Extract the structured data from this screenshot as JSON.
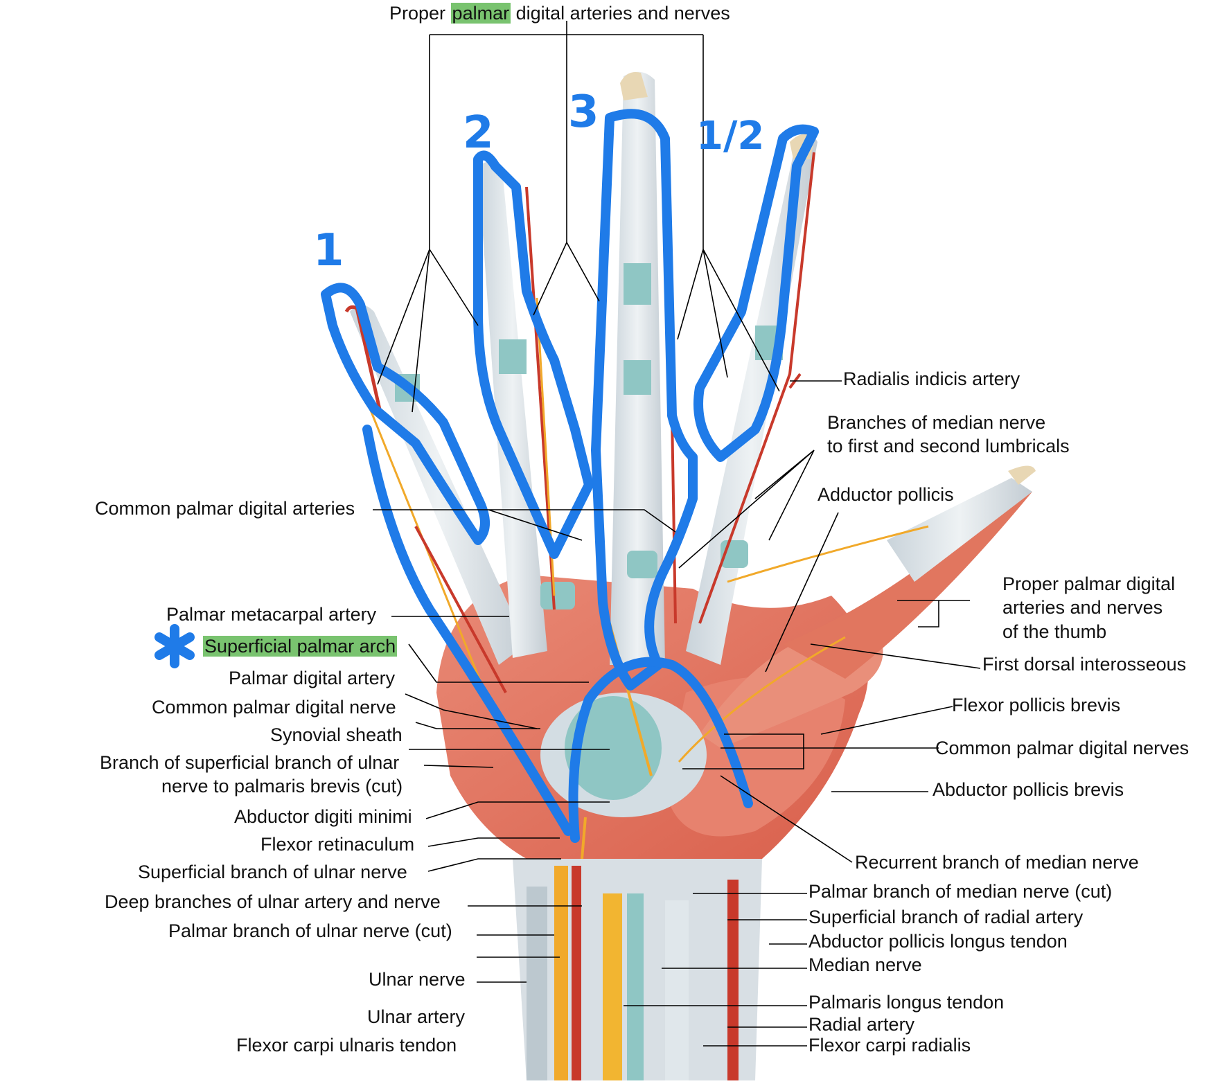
{
  "title": {
    "pre": "Proper ",
    "highlight": "palmar",
    "post": " digital arteries and nerves"
  },
  "handwritten_annotations": [
    "1",
    "2",
    "3",
    "1/2"
  ],
  "highlight_color": "#79c36f",
  "annotation_color": "#1f7be8",
  "left_labels": {
    "common_palmar_digital_arteries": "Common palmar digital arteries",
    "palmar_metacarpal_artery": "Palmar metacarpal artery",
    "superficial_palmar_arch": "Superficial palmar arch",
    "palmar_digital_artery": "Palmar digital artery",
    "common_palmar_digital_nerve": "Common palmar digital nerve",
    "synovial_sheath": "Synovial sheath",
    "branch_ulnar_line1": "Branch of superficial branch of ulnar",
    "branch_ulnar_line2": "nerve to palmaris brevis (cut)",
    "abductor_digiti_minimi": "Abductor digiti minimi",
    "flexor_retinaculum": "Flexor retinaculum",
    "superficial_branch_ulnar_nerve": "Superficial branch of ulnar nerve",
    "deep_branches": "Deep branches of ulnar artery and nerve",
    "palmar_branch_ulnar_nerve": "Palmar branch of ulnar nerve (cut)",
    "ulnar_nerve": "Ulnar nerve",
    "ulnar_artery": "Ulnar artery",
    "flexor_carpi_ulnaris_tendon": "Flexor carpi ulnaris tendon"
  },
  "right_labels": {
    "radialis_indicis_artery": "Radialis indicis artery",
    "branches_median_line1": "Branches of median nerve",
    "branches_median_line2": "to first and second lumbricals",
    "adductor_pollicis": "Adductor pollicis",
    "proper_thumb_line1": "Proper palmar digital",
    "proper_thumb_line2": "arteries and nerves",
    "proper_thumb_line3": "of the thumb",
    "first_dorsal_interosseous": "First dorsal interosseous",
    "flexor_pollicis_brevis": "Flexor pollicis brevis",
    "common_palmar_digital_nerves": "Common palmar digital nerves",
    "abductor_pollicis_brevis": "Abductor pollicis brevis",
    "recurrent_branch_median": "Recurrent branch of median nerve",
    "palmar_branch_median": "Palmar branch of median nerve (cut)",
    "superficial_branch_radial": "Superficial branch of radial artery",
    "abductor_pollicis_longus": "Abductor pollicis longus tendon",
    "median_nerve": "Median nerve",
    "palmaris_longus_tendon": "Palmaris longus tendon",
    "radial_artery": "Radial artery",
    "flexor_carpi_radialis": "Flexor carpi radialis"
  }
}
